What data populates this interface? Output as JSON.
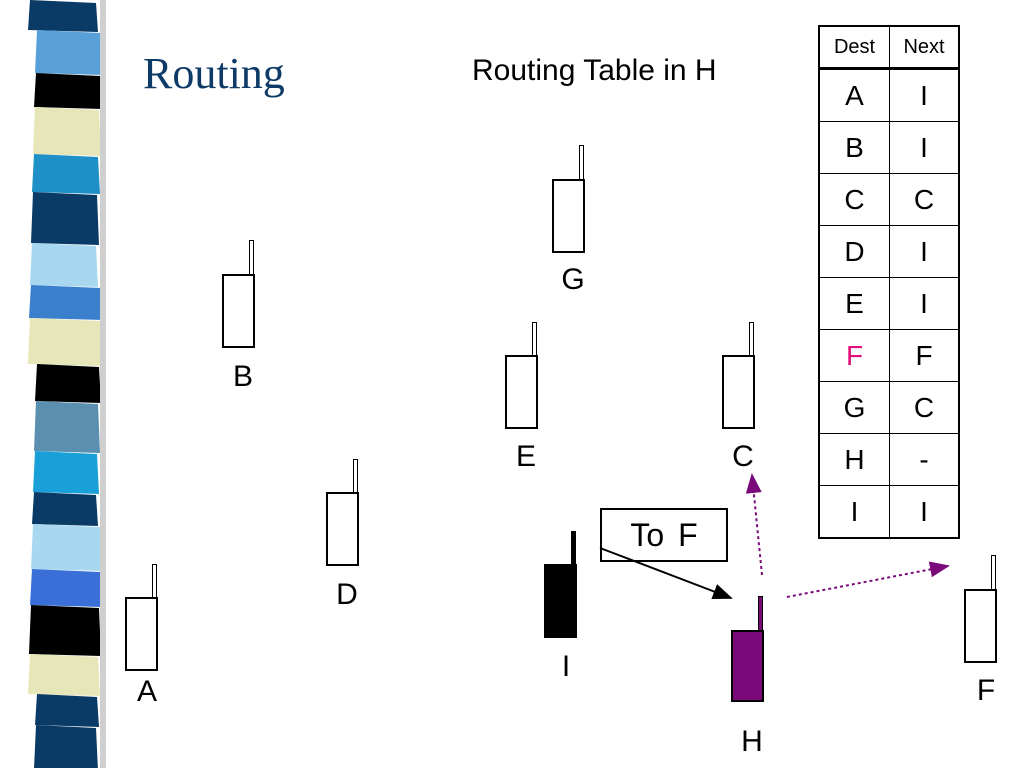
{
  "title": "Routing",
  "subtitle": "Routing Table in H",
  "routing_table": {
    "headers": {
      "dest": "Dest",
      "next": "Next"
    },
    "rows": [
      {
        "dest": "A",
        "next": "I"
      },
      {
        "dest": "B",
        "next": "I"
      },
      {
        "dest": "C",
        "next": "C"
      },
      {
        "dest": "D",
        "next": "I"
      },
      {
        "dest": "E",
        "next": "I"
      },
      {
        "dest": "F",
        "next": "F"
      },
      {
        "dest": "G",
        "next": "C"
      },
      {
        "dest": "H",
        "next": "-"
      },
      {
        "dest": "I",
        "next": "I"
      }
    ],
    "highlight_color": "#e0107a"
  },
  "nodes": {
    "A": "A",
    "B": "B",
    "C": "C",
    "D": "D",
    "E": "E",
    "F": "F",
    "G": "G",
    "H": "H",
    "I": "I"
  },
  "packet": {
    "to": "To",
    "dest": "F"
  },
  "colors": {
    "title": "#0d3a66",
    "node_i_fill": "#000000",
    "node_h_fill": "#7a0a7a",
    "route_arrow": "#7a0a7a"
  }
}
